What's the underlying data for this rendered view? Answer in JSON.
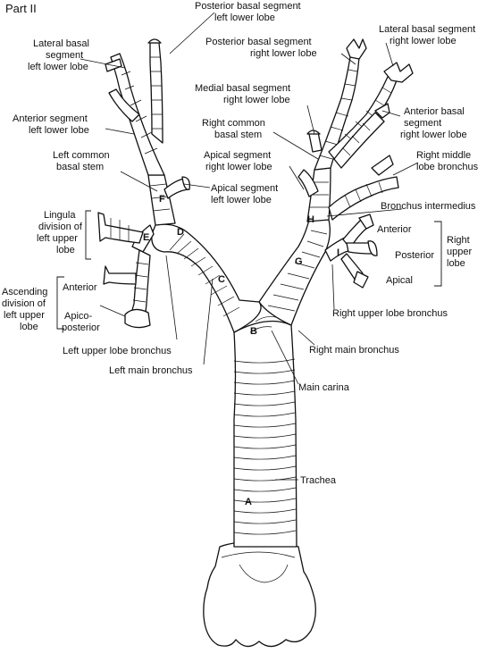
{
  "header": {
    "part": "Part II"
  },
  "letters": [
    "A",
    "B",
    "C",
    "D",
    "E",
    "F",
    "G",
    "H",
    "I"
  ],
  "left": {
    "lateral_basal": [
      "Lateral basal",
      "segment",
      "left lower lobe"
    ],
    "posterior_basal": [
      "Posterior basal segment",
      "left lower lobe"
    ],
    "anterior_segment": [
      "Anterior segment",
      "left lower lobe"
    ],
    "common_basal": [
      "Left common",
      "basal stem"
    ],
    "apical_segment": [
      "Apical segment",
      "left lower lobe"
    ],
    "lingula": [
      "Lingula",
      "division of",
      "left upper",
      "lobe"
    ],
    "ascending": [
      "Ascending",
      "division of",
      "left upper",
      "lobe"
    ],
    "anterior": "Anterior",
    "apico_posterior": [
      "Apico-",
      "posterior"
    ],
    "upper_lobe_bronchus": "Left upper lobe bronchus",
    "main_bronchus": "Left main bronchus"
  },
  "right": {
    "lateral_basal": [
      "Lateral basal segment",
      "right lower lobe"
    ],
    "posterior_basal": [
      "Posterior basal segment",
      "right lower lobe"
    ],
    "medial_basal": [
      "Medial basal segment",
      "right lower lobe"
    ],
    "anterior_basal": [
      "Anterior basal",
      "segment",
      "right lower lobe"
    ],
    "common_basal": [
      "Right common",
      "basal stem"
    ],
    "apical_segment": [
      "Apical segment",
      "right lower lobe"
    ],
    "middle_lobe": [
      "Right middle",
      "lobe bronchus"
    ],
    "intermedius": "Bronchus intermedius",
    "anterior": "Anterior",
    "posterior": "Posterior",
    "apical": "Apical",
    "upper_lobe": [
      "Right",
      "upper",
      "lobe"
    ],
    "upper_lobe_bronchus": "Right upper lobe bronchus",
    "main_bronchus": "Right main bronchus"
  },
  "center": {
    "main_carina": "Main carina",
    "trachea": "Trachea"
  }
}
